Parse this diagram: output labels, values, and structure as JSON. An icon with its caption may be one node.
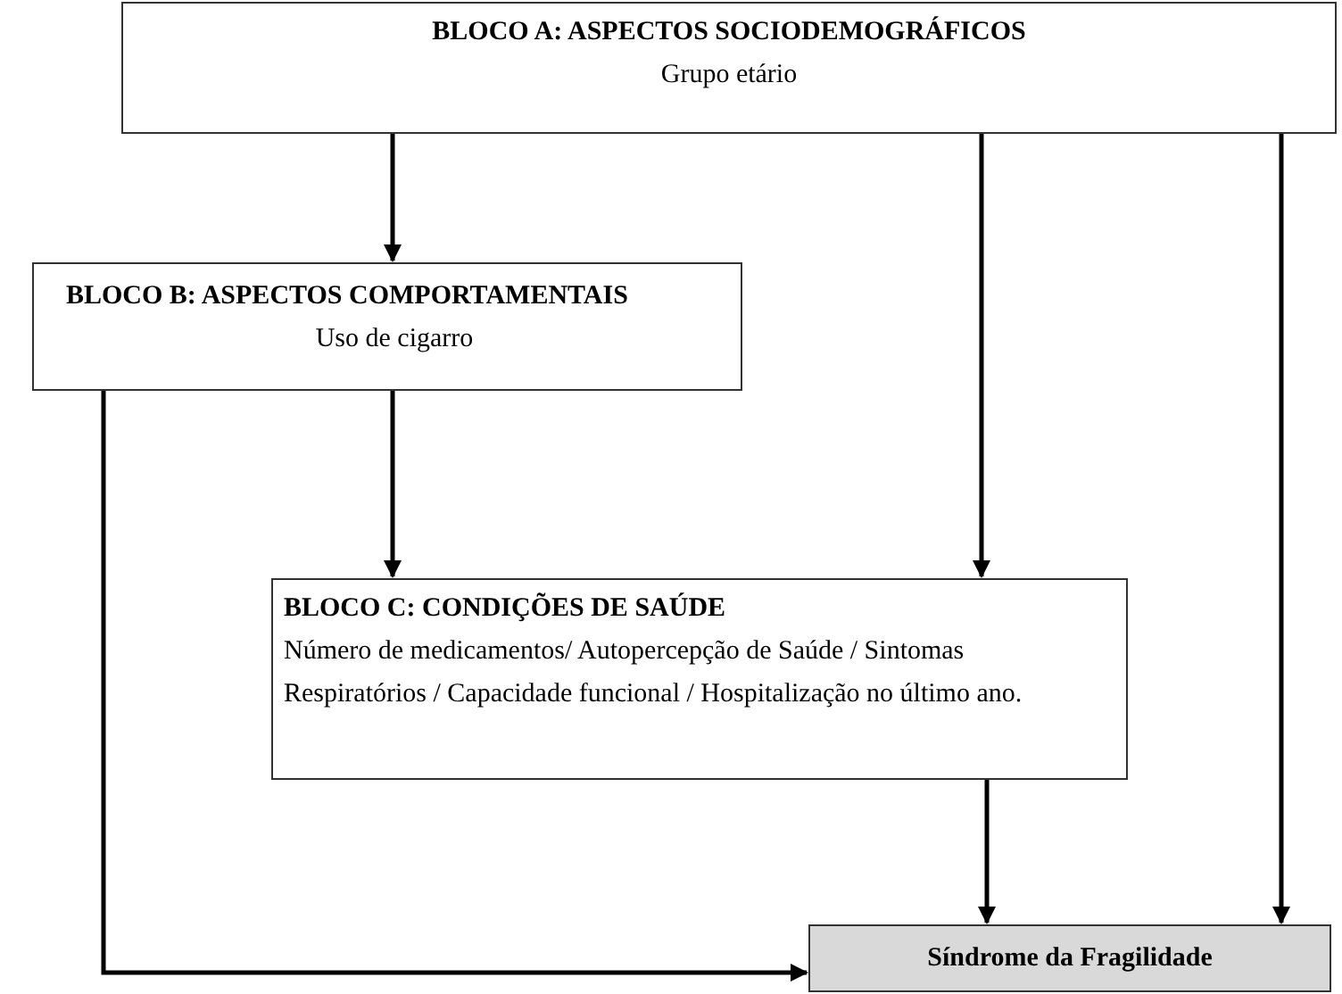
{
  "diagram": {
    "nodes": [
      {
        "text": [
          "BLOCO A: ASPECTOS SOCIODEMOGRÁFICOS",
          "Grupo etário"
        ]
      },
      {
        "text": [
          "BLOCO B: ASPECTOS COMPORTAMENTAIS",
          "Uso de cigarro"
        ]
      },
      {
        "text": [
          "BLOCO C: CONDIÇÕES DE SAÚDE",
          "Número de medicamentos/ Autopercepção de Saúde / Sintomas Respiratórios / Capacidade funcional / Hospitalização no último ano."
        ]
      },
      {
        "text": [
          "Síndrome da Fragilidade"
        ]
      }
    ],
    "edges": [
      {
        "from": 0,
        "to": 1,
        "arrow": "to"
      },
      {
        "from": 0,
        "to": 2,
        "arrow": "to"
      },
      {
        "from": 0,
        "to": 3,
        "arrow": "to"
      },
      {
        "from": 1,
        "to": 2,
        "arrow": "to"
      },
      {
        "from": 1,
        "to": 3,
        "arrow": "to"
      },
      {
        "from": 2,
        "to": 3,
        "arrow": "to"
      }
    ]
  }
}
